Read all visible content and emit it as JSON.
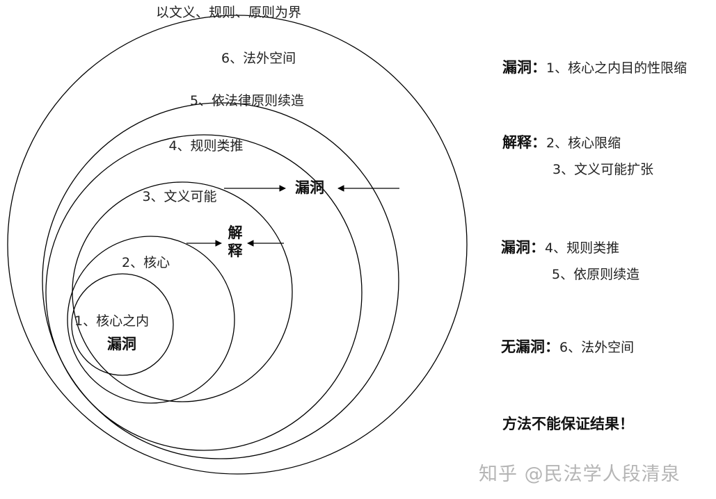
{
  "diagram": {
    "outer_caption": "以文义、规则、原则为界",
    "rings": [
      {
        "id": "ring6",
        "label": "6、法外空间"
      },
      {
        "id": "ring5",
        "label": "5、依法律原则续造"
      },
      {
        "id": "ring4",
        "label": "4、规则类推"
      },
      {
        "id": "ring3",
        "label": "3、文义可能"
      },
      {
        "id": "ring2",
        "label": "2、核心"
      },
      {
        "id": "ring1",
        "label": "1、核心之内"
      }
    ],
    "inner_center": "漏洞",
    "gap_upper": "漏洞",
    "gap_middle": "解释",
    "colors": {
      "stroke": "#000000",
      "text": "#222222"
    }
  },
  "legend": [
    {
      "key": "漏洞：",
      "lines": [
        "1、核心之内目的性限缩"
      ]
    },
    {
      "key": "解释：",
      "lines": [
        "2、核心限缩",
        "3、文义可能扩张"
      ]
    },
    {
      "key": "漏洞：",
      "lines": [
        "4、规则类推",
        "5、依原则续造"
      ]
    },
    {
      "key": "无漏洞：",
      "lines": [
        "6、法外空间"
      ]
    }
  ],
  "conclusion": "方法不能保证结果！",
  "watermark": "知乎 @民法学人段清泉"
}
